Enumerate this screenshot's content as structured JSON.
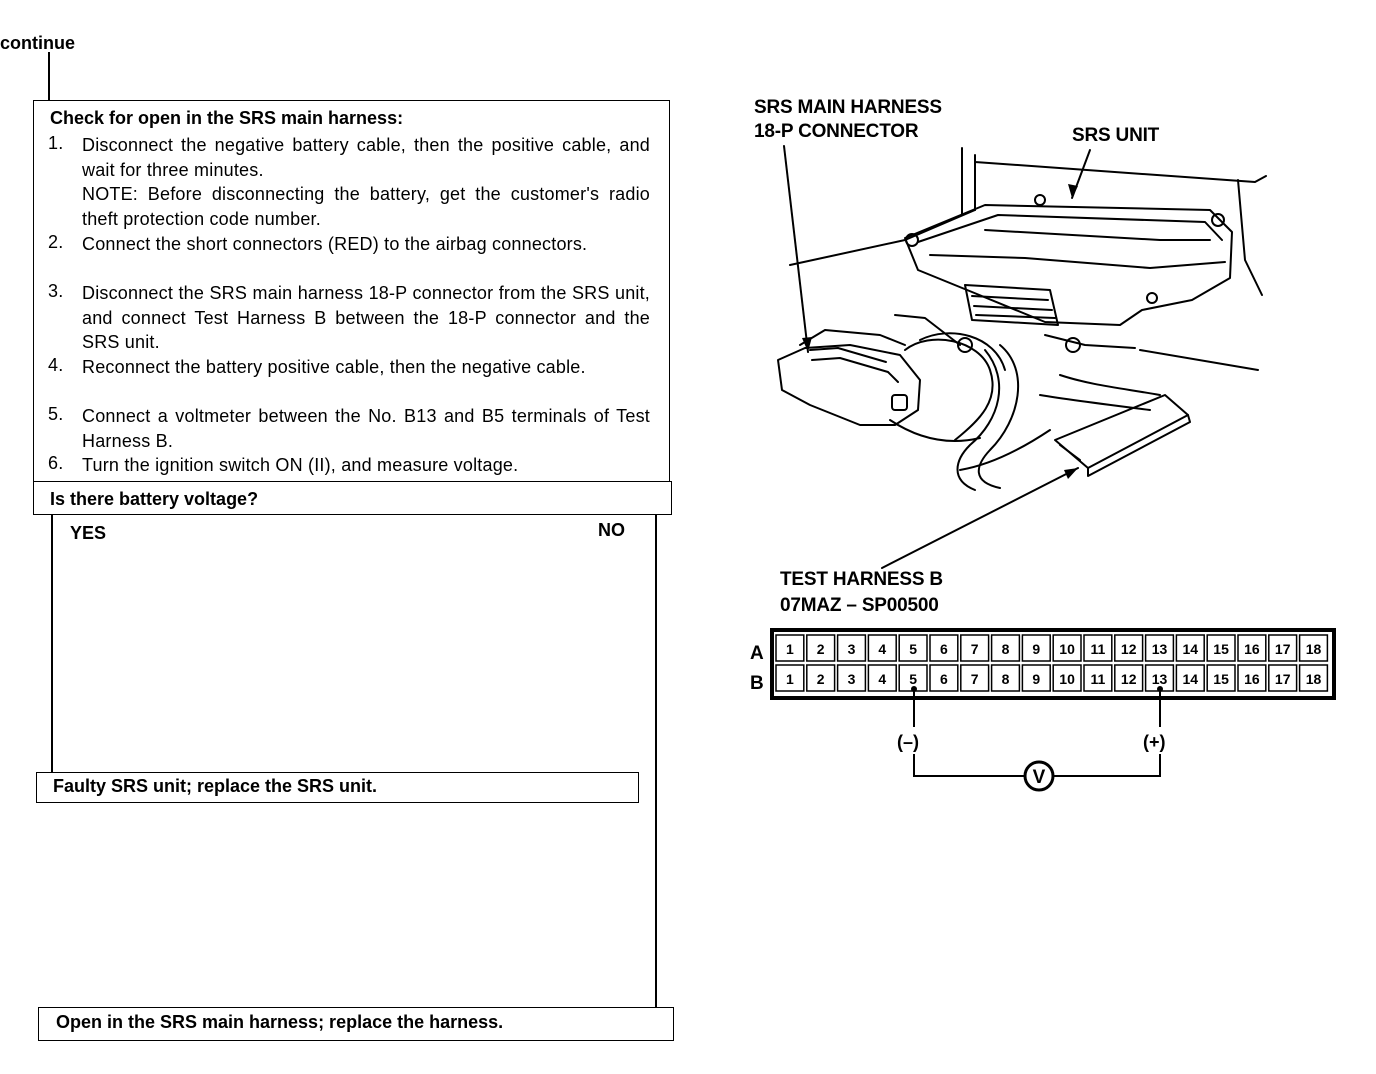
{
  "flowchart": {
    "continue_label": "continue",
    "check_box": {
      "title": "Check for open in the SRS main harness:",
      "steps": [
        {
          "num": "1.",
          "text": "Disconnect the negative battery cable, then the positive cable, and wait for three minutes.",
          "note": "NOTE: Before disconnecting the battery, get the customer's radio theft protection code number."
        },
        {
          "num": "2.",
          "text": "Connect the short connectors (RED) to the airbag connectors."
        },
        {
          "num": "3.",
          "text": "Disconnect the SRS main harness 18-P connector from the SRS unit, and connect Test Harness B between the 18-P connector and the SRS unit."
        },
        {
          "num": "4.",
          "text": "Reconnect the battery positive cable, then the negative cable."
        },
        {
          "num": "5.",
          "text": "Connect a voltmeter between the No. B13 and B5 terminals of Test Harness B."
        },
        {
          "num": "6.",
          "text": "Turn the ignition switch ON (II), and measure voltage."
        }
      ]
    },
    "question": "Is there battery voltage?",
    "yes_label": "YES",
    "no_label": "NO",
    "yes_result": "Faulty SRS unit; replace the SRS unit.",
    "no_result": "Open in the SRS main harness; replace the harness."
  },
  "diagram": {
    "labels": {
      "main_harness_line1": "SRS MAIN HARNESS",
      "main_harness_line2": "18-P CONNECTOR",
      "srs_unit": "SRS UNIT",
      "test_harness_line1": "TEST HARNESS B",
      "test_harness_line2": "07MAZ – SP00500"
    },
    "connector": {
      "row_a_label": "A",
      "row_b_label": "B",
      "pins": [
        "1",
        "2",
        "3",
        "4",
        "5",
        "6",
        "7",
        "8",
        "9",
        "10",
        "11",
        "12",
        "13",
        "14",
        "15",
        "16",
        "17",
        "18"
      ],
      "negative_terminal": "B5",
      "positive_terminal": "B13"
    },
    "voltmeter": {
      "negative_label": "(–)",
      "positive_label": "(+)",
      "symbol": "V"
    }
  }
}
